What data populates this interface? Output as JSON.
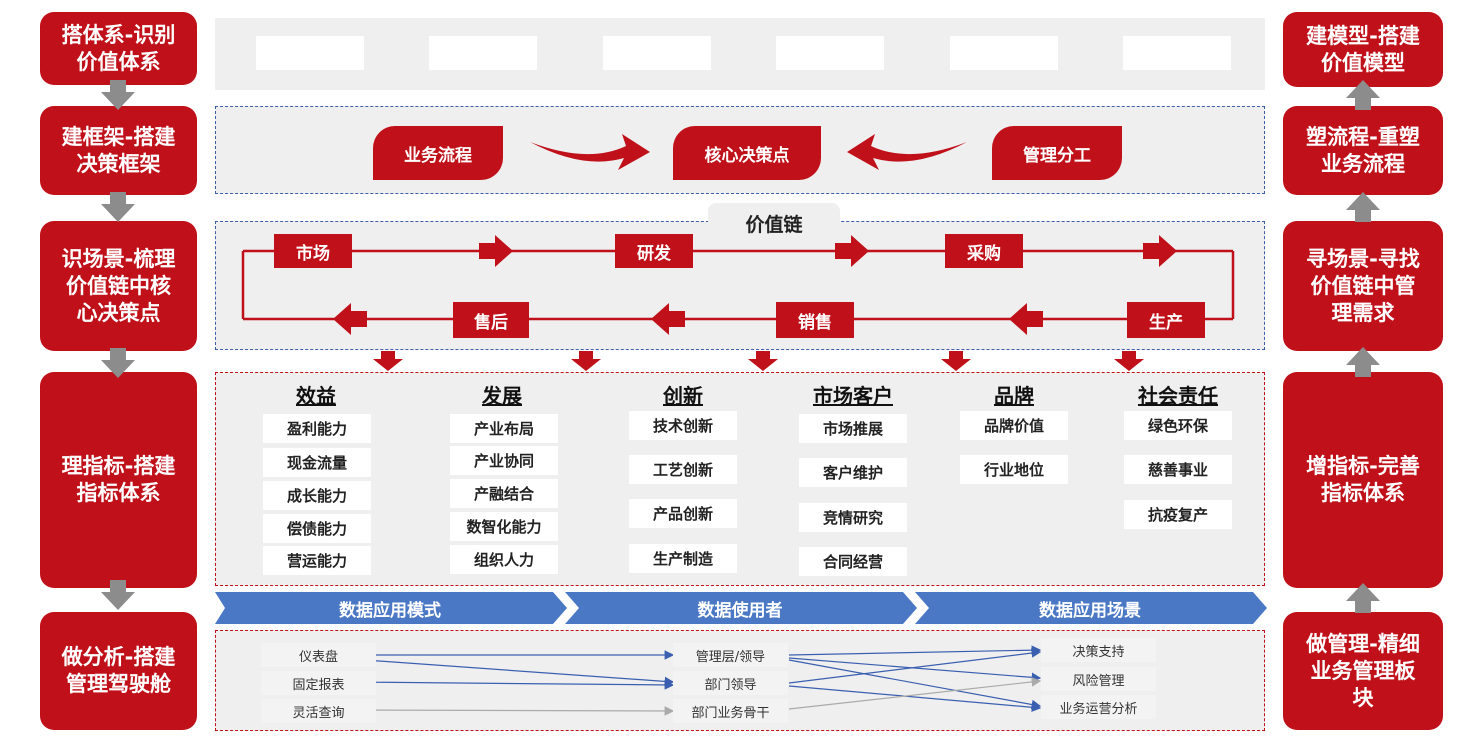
{
  "left_steps": [
    "搭体系-识别\n价值体系",
    "建框架-搭建\n决策框架",
    "识场景-梳理\n价值链中核\n心决策点",
    "理指标-搭建\n指标体系",
    "做分析-搭建\n管理驾驶舱"
  ],
  "right_steps": [
    "建模型-搭建\n价值模型",
    "塑流程-重塑\n业务流程",
    "寻场景-寻找\n价值链中管\n理需求",
    "增指标-完善\n指标体系",
    "做管理-精细\n业务管理板\n块"
  ],
  "decision": {
    "left": "业务流程",
    "center": "核心决策点",
    "right": "管理分工"
  },
  "value_chain": {
    "title": "价值链",
    "top": [
      "市场",
      "研发",
      "采购"
    ],
    "bottom": [
      "售后",
      "销售",
      "生产"
    ]
  },
  "indicators": [
    {
      "title": "效益",
      "items": [
        "盈利能力",
        "现金流量",
        "成长能力",
        "偿债能力",
        "营运能力"
      ]
    },
    {
      "title": "发展",
      "items": [
        "产业布局",
        "产业协同",
        "产融结合",
        "数智化能力",
        "组织人力"
      ]
    },
    {
      "title": "创新",
      "items": [
        "技术创新",
        "工艺创新",
        "产品创新",
        "生产制造"
      ]
    },
    {
      "title": "市场客户",
      "items": [
        "市场推展",
        "客户维护",
        "竞情研究",
        "合同经营"
      ]
    },
    {
      "title": "品牌",
      "items": [
        "品牌价值",
        "行业地位"
      ]
    },
    {
      "title": "社会责任",
      "items": [
        "绿色环保",
        "慈善事业",
        "抗疫复产"
      ]
    }
  ],
  "banner": [
    "数据应用模式",
    "数据使用者",
    "数据应用场景"
  ],
  "flow": {
    "modes": [
      "仪表盘",
      "固定报表",
      "灵活查询"
    ],
    "users": [
      "管理层/领导",
      "部门领导",
      "部门业务骨干"
    ],
    "scenarios": [
      "决策支持",
      "风险管理",
      "业务运营分析"
    ]
  },
  "colors": {
    "brand_red": "#c0111a",
    "banner_blue": "#4a78c4",
    "arrow_grey": "#8c8c8c",
    "line_blue": "#3a5fb0"
  }
}
